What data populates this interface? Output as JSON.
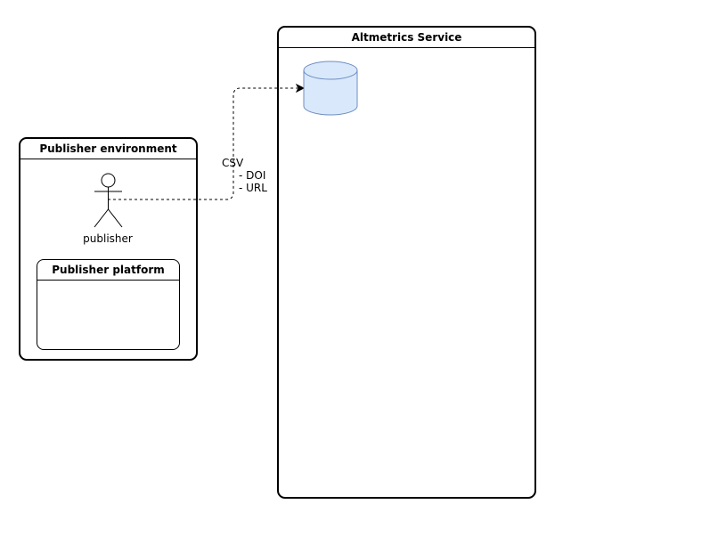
{
  "publisher_environment": {
    "title": "Publisher environment",
    "actor": {
      "label": "publisher",
      "icon": "actor-stick-figure-icon"
    },
    "publisher_platform": {
      "title": "Publisher platform"
    }
  },
  "altmetrics_service": {
    "title": "Altmetrics Service",
    "database": {
      "icon": "database-cylinder-icon",
      "fill": "#dae8fc",
      "stroke": "#6c8ebf"
    }
  },
  "connector": {
    "style": "dashed",
    "label_line1": "CSV",
    "label_line2": "- DOI",
    "label_line3": "- URL"
  }
}
